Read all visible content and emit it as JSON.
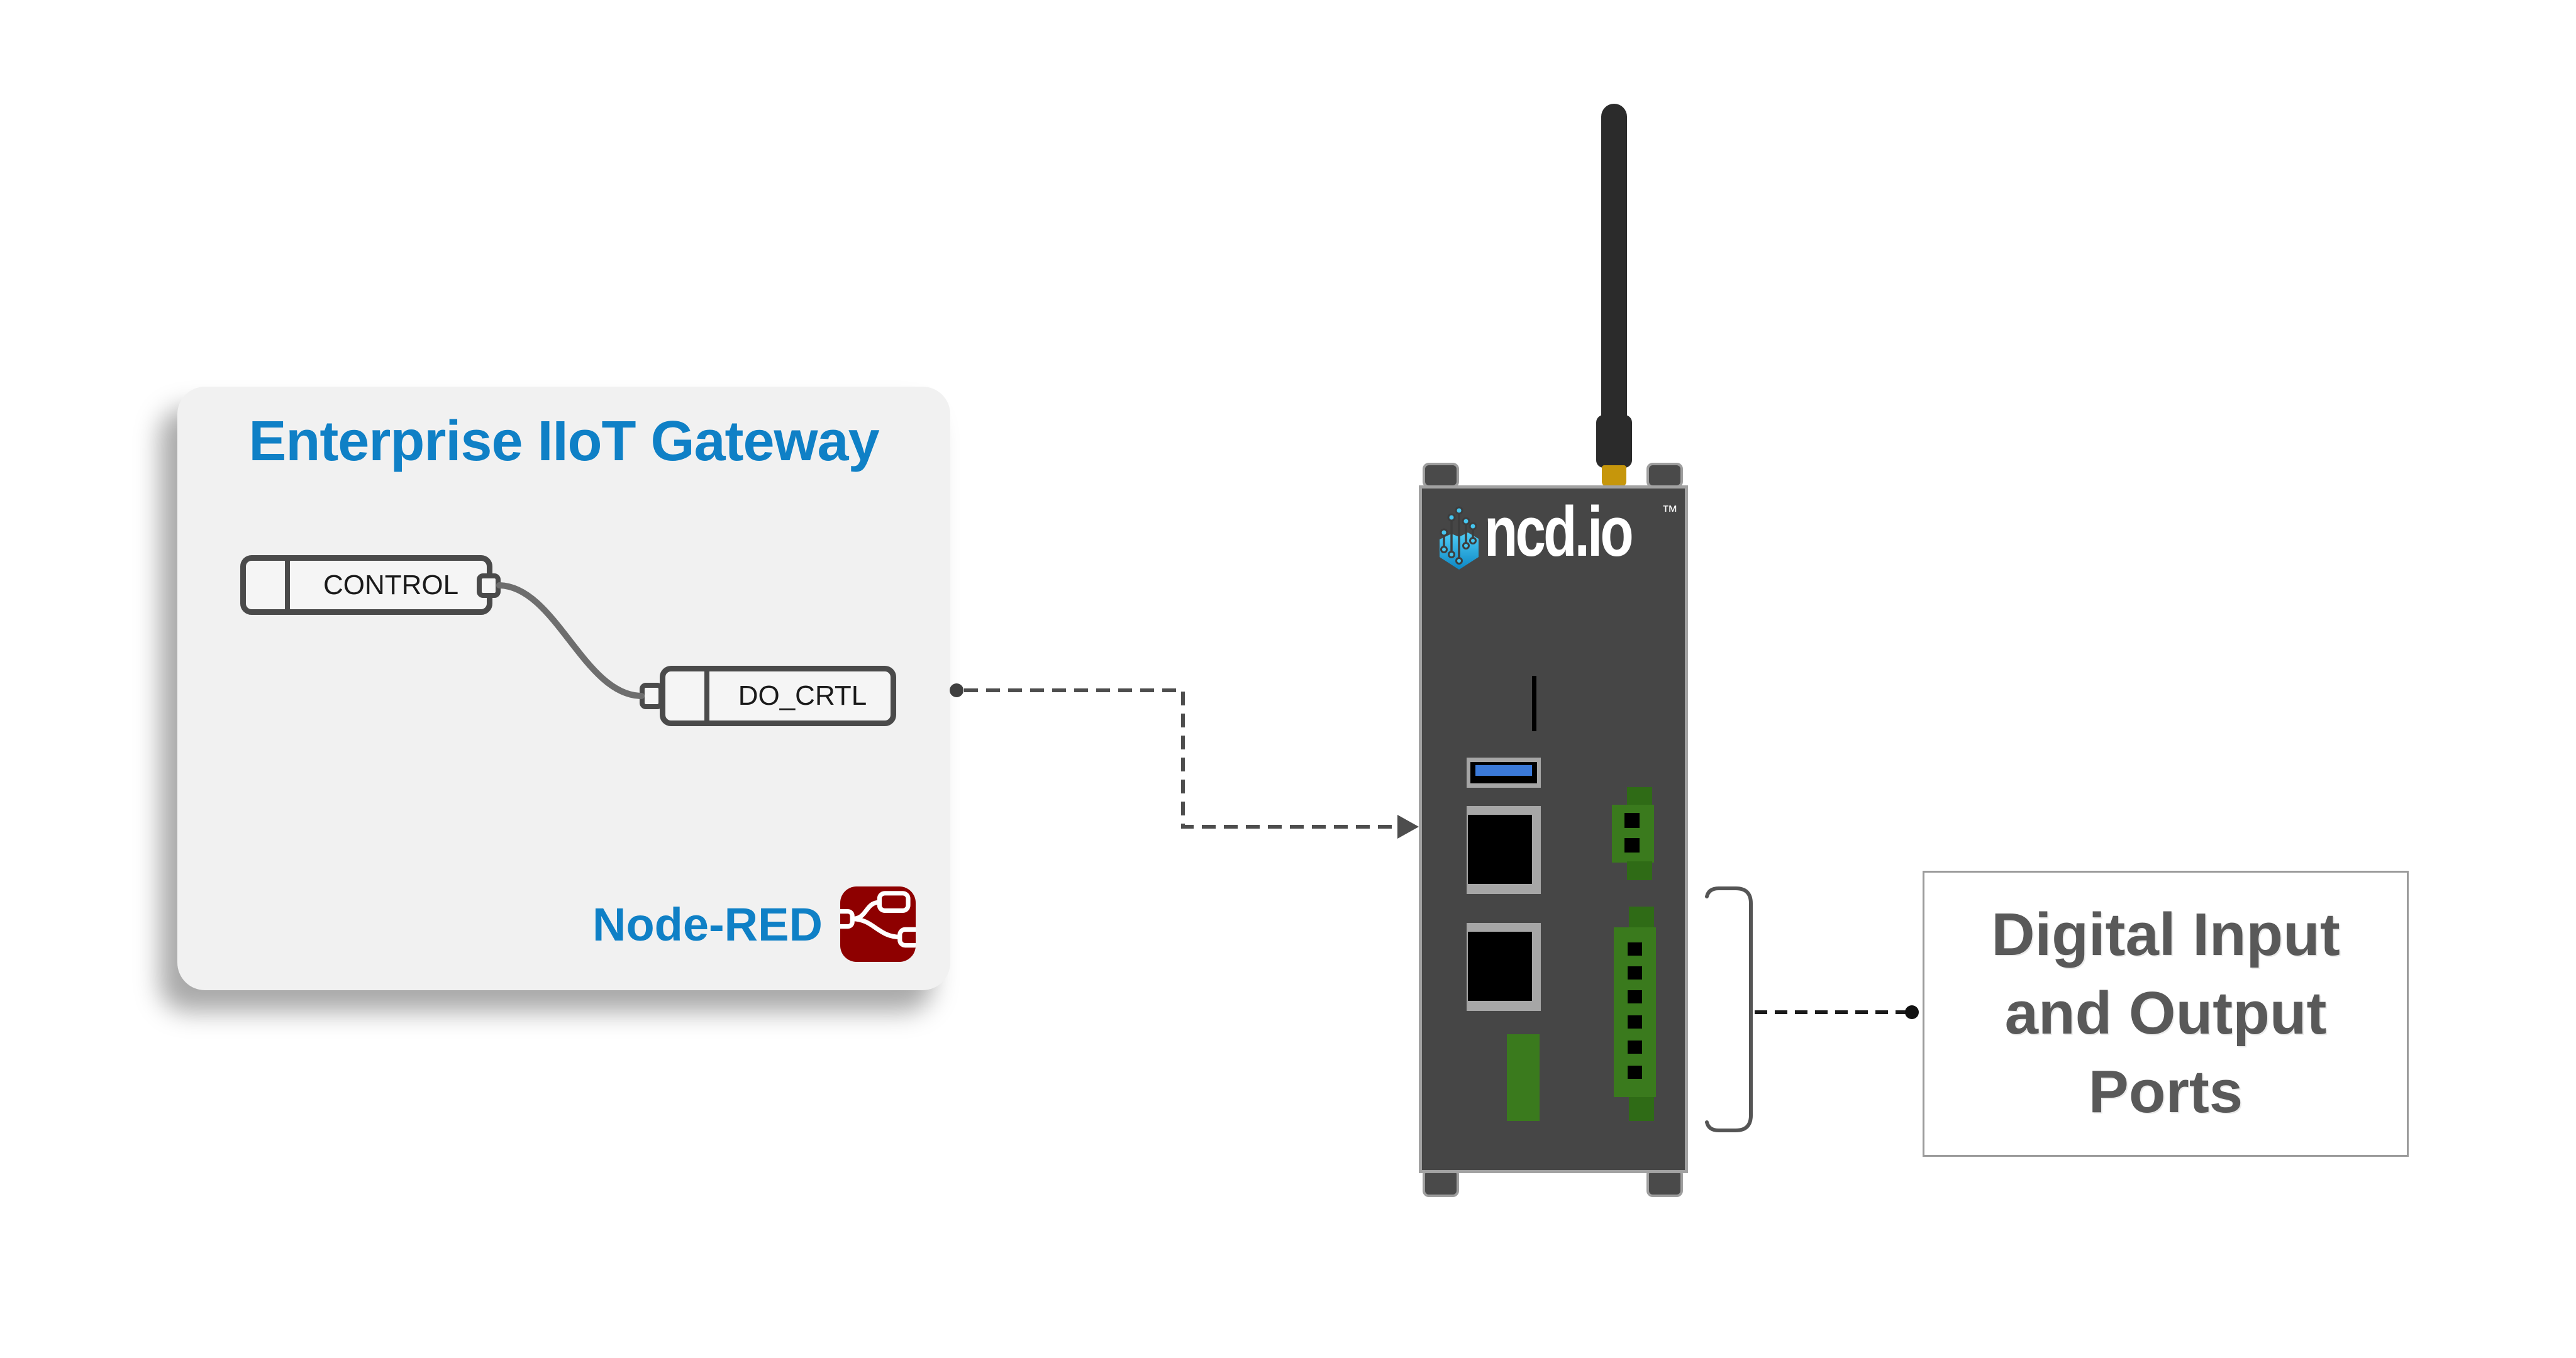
{
  "colors": {
    "accent": "#0f80c6",
    "panel-bg": "#f1f1f1",
    "node-border": "#4a4a4a",
    "node-fill": "#f5f5f5",
    "wire": "#6e6e6e",
    "connector": "#4d4d4d",
    "connector-dark": "#1a1a1a",
    "nodered-red": "#8e0000",
    "device-body": "#464646",
    "device-edge": "#a2a2a2",
    "antenna": "#2b2b2b",
    "gold": "#c6960b",
    "usb-blue": "#3b7ad9",
    "green": "#3a7a1d",
    "green-dark": "#2f6b16",
    "label-gray": "#595959",
    "box-border": "#9b9b9b"
  },
  "panel": {
    "title": "Enterprise IIoT Gateway",
    "nodes": [
      {
        "label": "CONTROL"
      },
      {
        "label": "DO_CRTL"
      }
    ],
    "footer_label": "Node-RED"
  },
  "device": {
    "brand": "ncd.io",
    "trademark": "™"
  },
  "callout": {
    "lines": [
      "Digital Input",
      "and Output",
      "Ports"
    ]
  },
  "icons": {
    "nodered": "node-red-flow-icon",
    "brand": "ncd-circuit-shield-icon",
    "antenna": "antenna",
    "arrow": "arrowhead-right-icon"
  }
}
